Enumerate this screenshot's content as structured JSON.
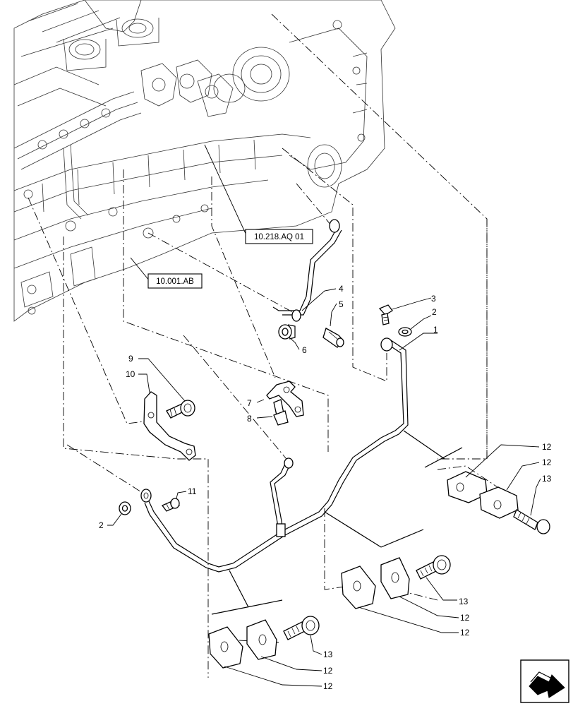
{
  "references": [
    {
      "id": "ref-10218",
      "label": "10.218.AQ 01"
    },
    {
      "id": "ref-10001",
      "label": "10.001.AB"
    }
  ],
  "callouts": {
    "c1": "1",
    "c2a": "2",
    "c2b": "2",
    "c3": "3",
    "c4": "4",
    "c5": "5",
    "c6": "6",
    "c7": "7",
    "c8": "8",
    "c9": "9",
    "c10": "10",
    "c11": "11",
    "c12a": "12",
    "c12b": "12",
    "c12c": "12",
    "c12d": "12",
    "c12e": "12",
    "c12f": "12",
    "c13a": "13",
    "c13b": "13",
    "c13c": "13"
  },
  "nav_icon": "next-page-arrow-icon"
}
